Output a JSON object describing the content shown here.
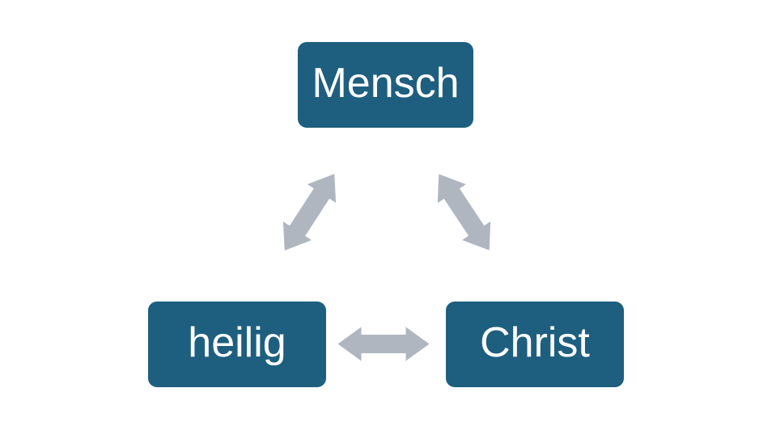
{
  "diagram": {
    "type": "cycle",
    "nodes": [
      {
        "id": "mensch",
        "label": "Mensch",
        "position": "top-center"
      },
      {
        "id": "heilig",
        "label": "heilig",
        "position": "bottom-left"
      },
      {
        "id": "christ",
        "label": "Christ",
        "position": "bottom-right"
      }
    ],
    "connections": [
      {
        "from": "mensch",
        "to": "heilig",
        "bidirectional": true,
        "style": "double-headed-arrow"
      },
      {
        "from": "mensch",
        "to": "christ",
        "bidirectional": true,
        "style": "double-headed-arrow"
      },
      {
        "from": "heilig",
        "to": "christ",
        "bidirectional": true,
        "style": "double-headed-arrow"
      }
    ]
  },
  "colors": {
    "background": "#FFFFFF",
    "node_fill": "#1E5F80",
    "node_text": "#FFFFFF",
    "arrow": "#AFB6C0"
  }
}
